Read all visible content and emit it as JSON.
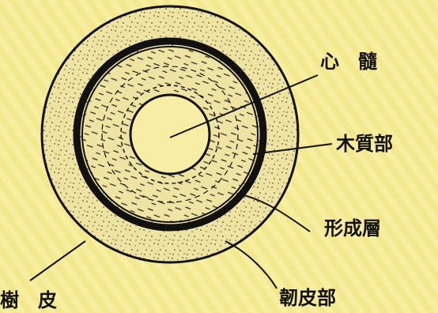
{
  "colors": {
    "background": "#f3e88e",
    "stripe": "#f7ee9f",
    "ink": "#111111",
    "tissue_fill": "#eee3a0",
    "pith_fill": "#f8eda5"
  },
  "labels": {
    "pith": "心　髓",
    "xylem": "木質部",
    "cambium": "形成層",
    "bark": "樹　皮",
    "phloem": "韌皮部"
  }
}
